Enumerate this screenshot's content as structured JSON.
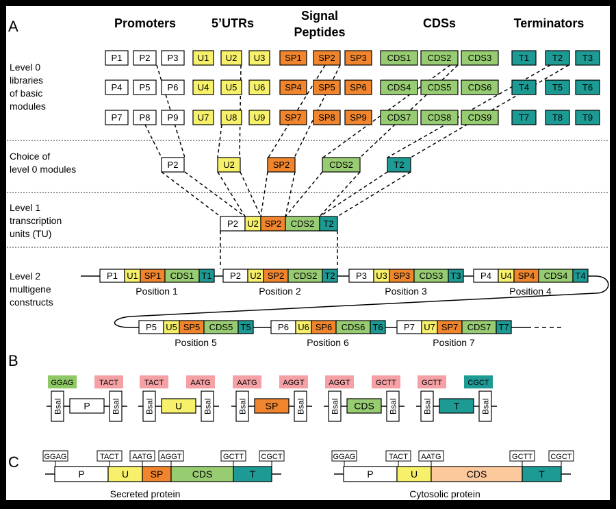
{
  "colors": {
    "frame": "#000000",
    "panel": "#ffffff",
    "promoter": "#ffffff",
    "utr": "#f7f06a",
    "signal": "#f0852d",
    "cds": "#98cc72",
    "terminator": "#1e9a94",
    "overhang_green": "#8fc966",
    "overhang_pink": "#f4a0a4",
    "overhang_teal": "#1e9a94",
    "cds_cytosolic": "#fcc99d"
  },
  "panel_labels": {
    "a": "A",
    "b": "B",
    "c": "C"
  },
  "headers": {
    "promoters": "Promoters",
    "utrs": "5’UTRs",
    "signal_1": "Signal",
    "signal_2": "Peptides",
    "cdss": "CDSs",
    "terminators": "Terminators"
  },
  "row_labels": {
    "level0": [
      "Level 0",
      "libraries",
      "of basic",
      "modules"
    ],
    "choice": [
      "Choice of",
      "level 0 modules"
    ],
    "level1": [
      "Level 1",
      "transcription",
      "units (TU)"
    ],
    "level2": [
      "Level 2",
      "multigene",
      "constructs"
    ]
  },
  "library": {
    "promoters": [
      "P1",
      "P2",
      "P3",
      "P4",
      "P5",
      "P6",
      "P7",
      "P8",
      "P9"
    ],
    "utrs": [
      "U1",
      "U2",
      "U3",
      "U4",
      "U5",
      "U6",
      "U7",
      "U8",
      "U9"
    ],
    "signals": [
      "SP1",
      "SP2",
      "SP3",
      "SP4",
      "SP5",
      "SP6",
      "SP7",
      "SP8",
      "SP9"
    ],
    "cdss": [
      "CDS1",
      "CDS2",
      "CDS3",
      "CDS4",
      "CDS5",
      "CDS6",
      "CDS7",
      "CDS8",
      "CDS9"
    ],
    "terminators": [
      "T1",
      "T2",
      "T3",
      "T4",
      "T5",
      "T6",
      "T7",
      "T8",
      "T9"
    ]
  },
  "choice": [
    "P2",
    "U2",
    "SP2",
    "CDS2",
    "T2"
  ],
  "tu": [
    "P2",
    "U2",
    "SP2",
    "CDS2",
    "T2"
  ],
  "level2_units": [
    {
      "parts": [
        "P1",
        "U1",
        "SP1",
        "CDS1",
        "T1"
      ],
      "position": "Position 1"
    },
    {
      "parts": [
        "P2",
        "U2",
        "SP2",
        "CDS2",
        "T2"
      ],
      "position": "Position 2"
    },
    {
      "parts": [
        "P3",
        "U3",
        "SP3",
        "CDS3",
        "T3"
      ],
      "position": "Position 3"
    },
    {
      "parts": [
        "P4",
        "U4",
        "SP4",
        "CDS4",
        "T4"
      ],
      "position": "Position 4"
    },
    {
      "parts": [
        "P5",
        "U5",
        "SP5",
        "CDS5",
        "T5"
      ],
      "position": "Position 5"
    },
    {
      "parts": [
        "P6",
        "U6",
        "SP6",
        "CDS6",
        "T6"
      ],
      "position": "Position 6"
    },
    {
      "parts": [
        "P7",
        "U7",
        "SP7",
        "CDS7",
        "T7"
      ],
      "position": "Position 7"
    }
  ],
  "panel_b": {
    "enzyme": "BsaI",
    "modules": [
      {
        "left": "GGAG",
        "right": "TACT",
        "label": "P"
      },
      {
        "left": "TACT",
        "right": "AATG",
        "label": "U"
      },
      {
        "left": "AATG",
        "right": "AGGT",
        "label": "SP"
      },
      {
        "left": "AGGT",
        "right": "GCTT",
        "label": "CDS"
      },
      {
        "left": "GCTT",
        "right": "CGCT",
        "label": "T"
      }
    ]
  },
  "panel_c": {
    "secreted": {
      "overhangs": [
        "GGAG",
        "TACT",
        "AATG",
        "AGGT",
        "GCTT",
        "CGCT"
      ],
      "parts": [
        "P",
        "U",
        "SP",
        "CDS",
        "T"
      ],
      "caption": "Secreted protein"
    },
    "cytosolic": {
      "overhangs": [
        "GGAG",
        "TACT",
        "AATG",
        "GCTT",
        "CGCT"
      ],
      "parts": [
        "P",
        "U",
        "CDS",
        "T"
      ],
      "caption": "Cytosolic protein"
    }
  }
}
